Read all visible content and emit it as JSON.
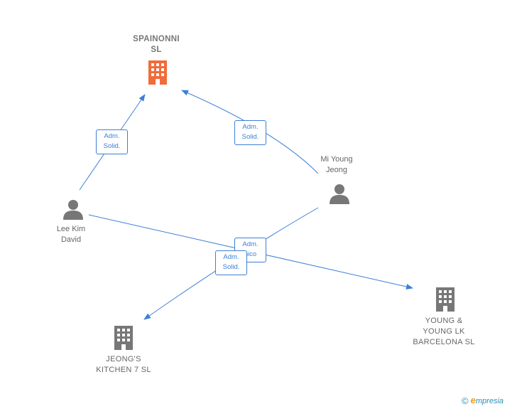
{
  "nodes": {
    "spainonni": {
      "label": "SPAINONNI\nSL",
      "type": "company",
      "color": "#f26b3a",
      "icon": "building-icon"
    },
    "lee": {
      "label": "Lee Kim\nDavid",
      "type": "person",
      "color": "#777777",
      "icon": "person-icon"
    },
    "mi": {
      "label": "Mi Young\nJeong",
      "type": "person",
      "color": "#777777",
      "icon": "person-icon"
    },
    "young": {
      "label": "YOUNG &\nYOUNG LK\nBARCELONA SL",
      "type": "company",
      "color": "#777777",
      "icon": "building-icon"
    },
    "jeong": {
      "label": "JEONG'S\nKITCHEN 7  SL",
      "type": "company",
      "color": "#777777",
      "icon": "building-icon"
    }
  },
  "edges": [
    {
      "from": "lee",
      "to": "spainonni",
      "label": "Adm.\nSolid."
    },
    {
      "from": "mi",
      "to": "spainonni",
      "label": "Adm.\nSolid."
    },
    {
      "from": "lee",
      "to": "young",
      "label": "Adm.\nnico"
    },
    {
      "from": "mi",
      "to": "jeong",
      "label": "Adm.\nSolid."
    }
  ],
  "colors": {
    "edge": "#3d7fd6",
    "accent": "#f26b3a",
    "neutral": "#777777"
  },
  "footer": {
    "copyright": "©",
    "brand_initial": "e",
    "brand_rest": "mpresia"
  }
}
